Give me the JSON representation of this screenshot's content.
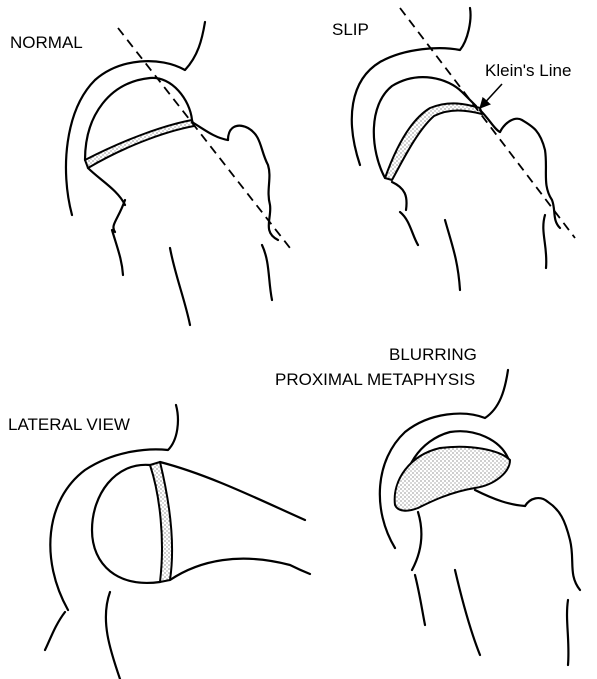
{
  "panels": {
    "normal": {
      "label": "NORMAL"
    },
    "slip": {
      "label": "SLIP",
      "annotation": "Klein's Line"
    },
    "lateral": {
      "label": "LATERAL VIEW"
    },
    "blurring": {
      "label_line1": "BLURRING",
      "label_line2": "PROXIMAL METAPHYSIS"
    }
  }
}
